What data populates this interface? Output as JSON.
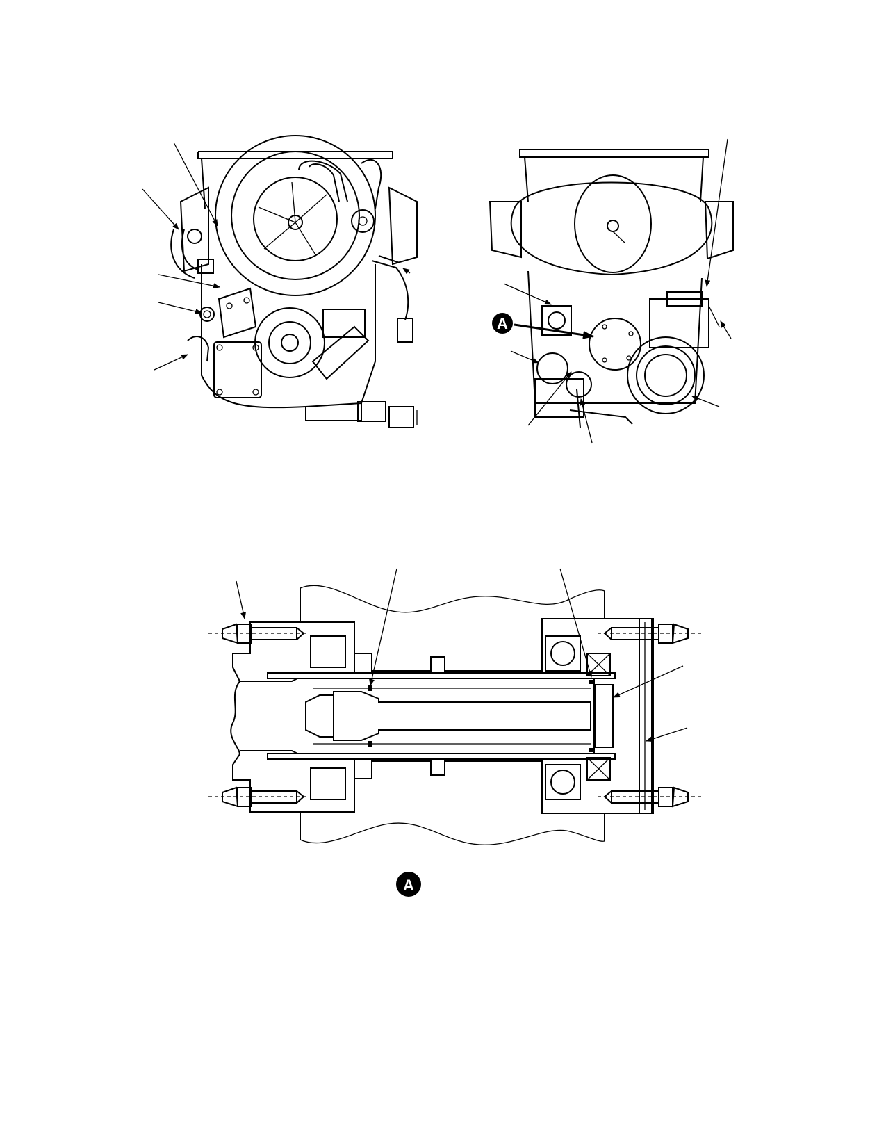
{
  "callouts": {
    "detail_marker": "A",
    "detail_title": "A"
  },
  "colors": {
    "ink": "#000000",
    "paper": "#ffffff"
  },
  "icons": {
    "callout": "black-circle-letter"
  }
}
